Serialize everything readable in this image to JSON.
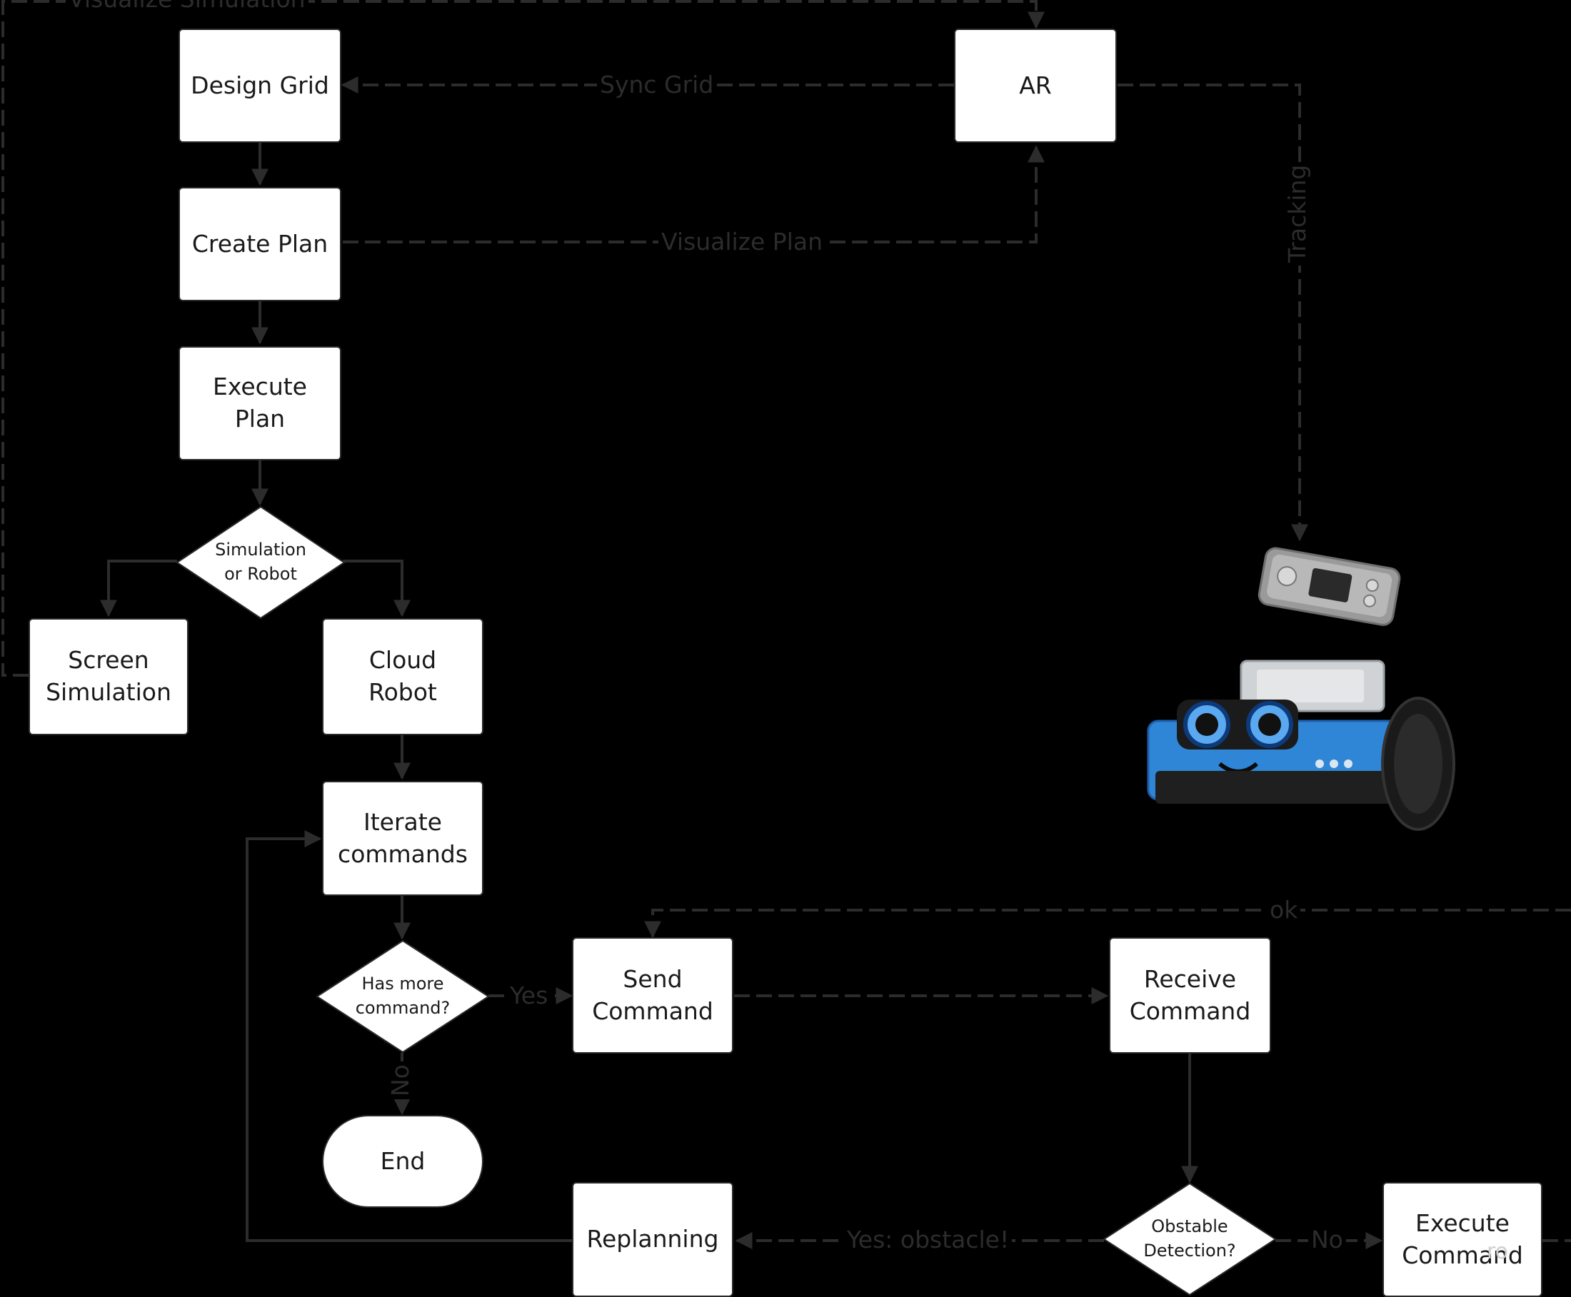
{
  "nodes": {
    "design_grid": "Design Grid",
    "create_plan": "Create Plan",
    "execute_plan": "Execute\nPlan",
    "sim_or_robot": "Simulation\nor Robot",
    "screen_simulation": "Screen\nSimulation",
    "cloud_robot": "Cloud\nRobot",
    "iterate_commands": "Iterate\ncommands",
    "has_more_command": "Has more\ncommand?",
    "end": "End",
    "send_command": "Send\nCommand",
    "receive_command": "Receive\nCommand",
    "obstacle_detection": "Obstable\nDetection?",
    "execute_command": "Execute\nCommand",
    "replanning": "Replanning",
    "ar": "AR"
  },
  "edge_labels": {
    "visualize_simulation": "Visualize Simulation",
    "sync_grid": "Sync Grid",
    "visualize_plan": "Visualize Plan",
    "tracking": "Tracking",
    "ok": "ok",
    "yes": "Yes",
    "no": "No",
    "yes_obstacle": "Yes: obstacle!",
    "no2": "No"
  },
  "watermark": "ro",
  "colors": {
    "background": "#000000",
    "node_fill": "#ffffff",
    "node_border": "#2a2a2a",
    "edge": "#2c2c2c",
    "robot_body": "#2f86d6",
    "robot_accent": "#1e5fae"
  }
}
